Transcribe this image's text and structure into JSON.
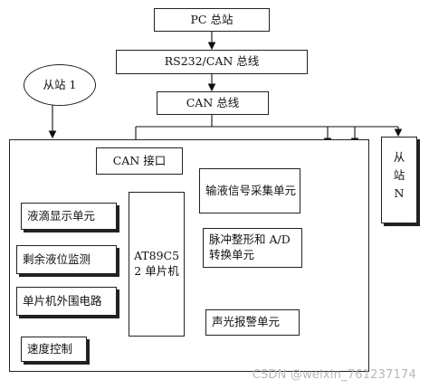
{
  "top": {
    "pc": "PC 总站",
    "rs232": "RS232/CAN 总线",
    "can_bus": "CAN 总线"
  },
  "slave1": "从站 1",
  "slaveN": [
    "从",
    "站",
    "N"
  ],
  "node": {
    "can_if": "CAN 接口",
    "mcu": [
      "AT89C5",
      "2 单片机"
    ],
    "left": [
      "液滴显示单元",
      "剩余液位监测",
      "单片机外围电路",
      "速度控制"
    ],
    "right": {
      "collect": "输液信号采集单元",
      "pulse": "脉冲整形和 A/D 转换单元",
      "alarm": "声光报警单元"
    }
  },
  "watermark": "CSDN @weixin_761237174"
}
